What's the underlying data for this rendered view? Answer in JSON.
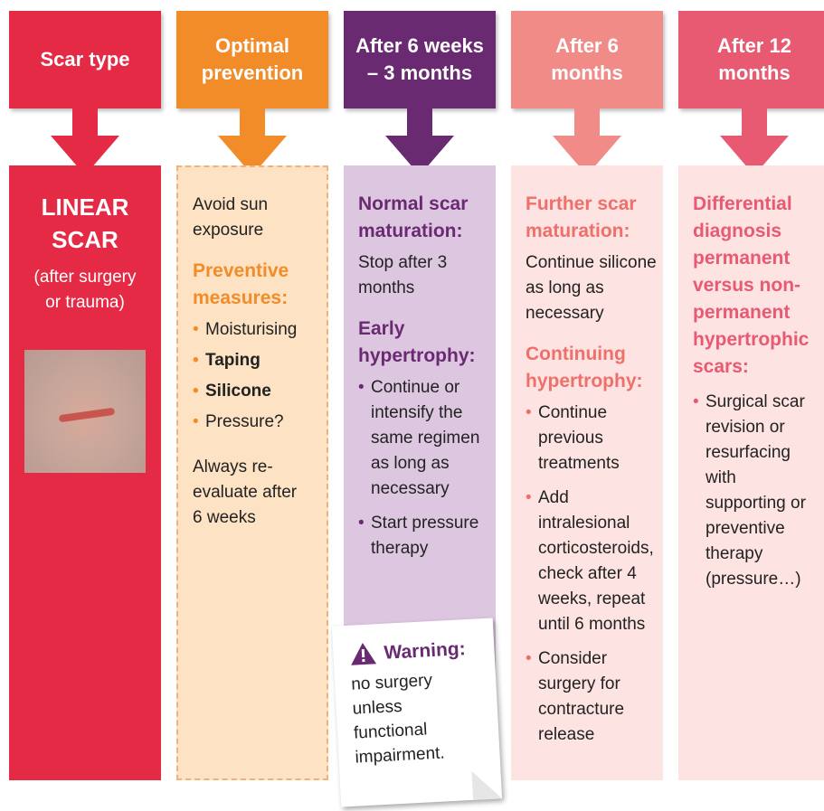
{
  "columns": [
    {
      "header": "Scar type",
      "title": "LINEAR SCAR",
      "subtitle": "(after surgery or trauma)"
    },
    {
      "header": "Optimal prevention",
      "intro": "Avoid sun exposure",
      "section_title": "Preventive measures:",
      "items": [
        "Moisturising",
        "Taping",
        "Silicone",
        "Pressure?"
      ],
      "footer": "Always re-evaluate after 6 weeks"
    },
    {
      "header": "After 6 weeks – 3 months",
      "section1_title": "Normal scar maturation:",
      "section1_text": "Stop after 3 months",
      "section2_title": "Early hypertrophy:",
      "items": [
        "Continue or intensify the same regimen as long as necessary",
        "Start pressure therapy"
      ]
    },
    {
      "header": "After 6 months",
      "section1_title": "Further scar maturation:",
      "section1_text": "Continue silicone as long as necessary",
      "section2_title": "Continuing hypertrophy:",
      "items": [
        "Continue previous treatments",
        "Add intralesional corticosteroids, check after 4 weeks, repeat until 6 months",
        "Consider surgery for contracture release"
      ]
    },
    {
      "header": "After 12 months",
      "section_title": "Differential diagnosis permanent versus non-permanent hypertrophic scars:",
      "items": [
        "Surgical scar revision or resurfacing with supporting or preventive therapy (pressure…)"
      ]
    }
  ],
  "warning": {
    "title": "Warning:",
    "text": "no surgery unless functional impairment."
  },
  "icons": {
    "warning": "warning-triangle-icon",
    "arrows": "down-arrow-icon"
  }
}
